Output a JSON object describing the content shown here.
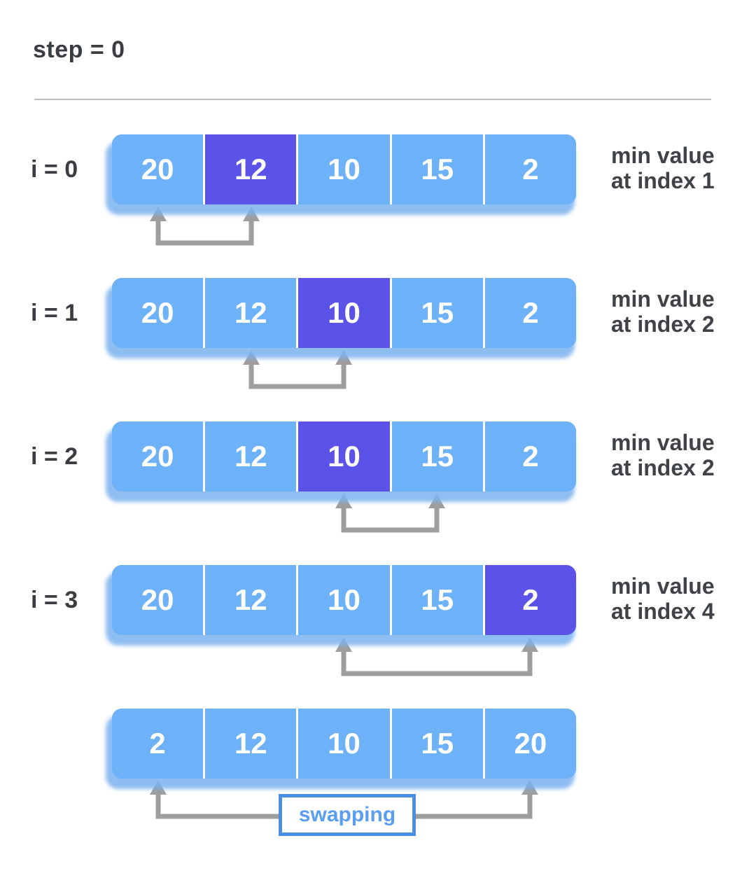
{
  "title": "step = 0",
  "colors": {
    "cell_blue": "#6db2f8",
    "highlight_purple": "#5b52e8",
    "arrow_gray": "#9e9e9e",
    "swap_border_blue": "#4a90e2",
    "swap_text_blue": "#5b9ef0",
    "label_dark": "#3a3d42"
  },
  "steps": [
    {
      "label": "i = 0",
      "values": [
        "20",
        "12",
        "10",
        "15",
        "2"
      ],
      "highlight": 1,
      "note": [
        "min value",
        "at index 1"
      ],
      "arrow": {
        "from": 0,
        "to": 1
      }
    },
    {
      "label": "i = 1",
      "values": [
        "20",
        "12",
        "10",
        "15",
        "2"
      ],
      "highlight": 2,
      "note": [
        "min value",
        "at index 2"
      ],
      "arrow": {
        "from": 1,
        "to": 2
      }
    },
    {
      "label": "i = 2",
      "values": [
        "20",
        "12",
        "10",
        "15",
        "2"
      ],
      "highlight": 2,
      "note": [
        "min value",
        "at index 2"
      ],
      "arrow": {
        "from": 2,
        "to": 3
      }
    },
    {
      "label": "i = 3",
      "values": [
        "20",
        "12",
        "10",
        "15",
        "2"
      ],
      "highlight": 4,
      "note": [
        "min value",
        "at index 4"
      ],
      "arrow": {
        "from": 2,
        "to": 4
      }
    }
  ],
  "result": {
    "values": [
      "2",
      "12",
      "10",
      "15",
      "20"
    ],
    "swap_label": "swapping",
    "arrow": {
      "from": 0,
      "to": 4
    }
  }
}
